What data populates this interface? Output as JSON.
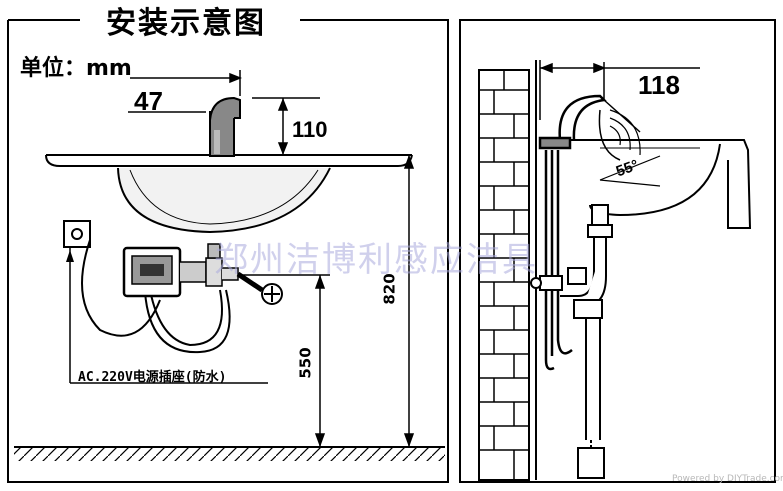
{
  "diagram": {
    "title": "安装示意图",
    "unit_label": "单位：mm",
    "dimensions": {
      "spout_offset": "47",
      "spout_height": "110",
      "basin_height": "820",
      "box_height": "550",
      "side_reach": "118",
      "angle": "55°"
    },
    "power_socket_label": "AC.220V电源插座(防水)",
    "watermark": "郑州洁博利感应洁具",
    "site_credit": "Powered by DIYTrade.com"
  }
}
